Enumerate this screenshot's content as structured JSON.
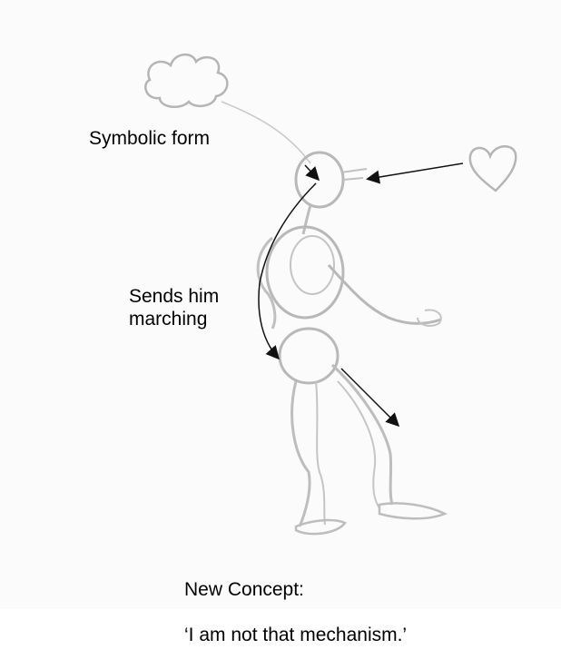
{
  "labels": {
    "symbolic_form": "Symbolic form",
    "sends_him_marching": "Sends him\nmarching",
    "new_concept_line1": "New Concept:",
    "new_concept_line2": "‘I am not that mechanism.’"
  },
  "icons": {
    "thought_cloud": "cloud-icon",
    "heart": "heart-icon"
  },
  "colors": {
    "pencil": "#b8b8b8",
    "arrow": "#111111",
    "text": "#000000",
    "paper": "#fbfbfb"
  }
}
